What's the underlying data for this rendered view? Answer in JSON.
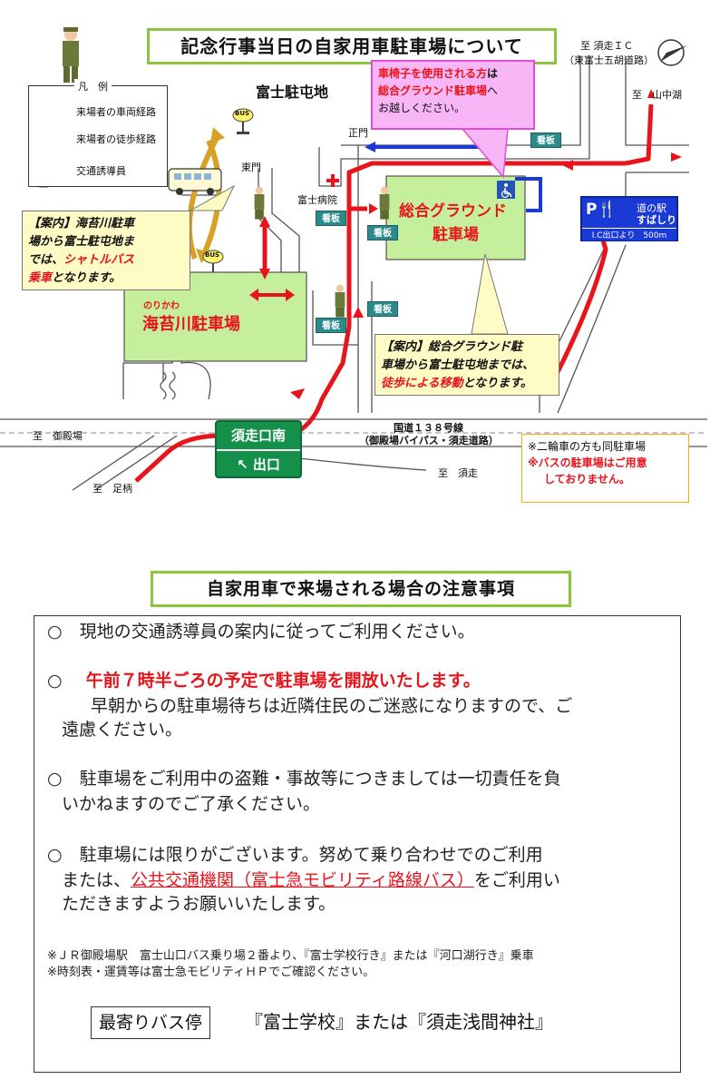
{
  "map_title": "記念行事当日の自家用車駐車場について",
  "legend": {
    "heading": "凡　例",
    "items": [
      {
        "label": "来場者の車両経路",
        "color": "#e8141c"
      },
      {
        "label": "来場者の徒歩経路",
        "color": "#1a3ad6"
      },
      {
        "label": "交通誘導員",
        "color": "#6b7a3a"
      }
    ]
  },
  "map_labels": {
    "camp": "富士駐屯地",
    "ic_line1": "至 須走ＩＣ",
    "ic_line2": "（東富士五胡道路）",
    "yamanakako": "至　山中湖",
    "main_gate": "正門",
    "east_gate": "東門",
    "hospital": "富士病院",
    "kanban": "看板",
    "bus_stop": "BUS",
    "norikawa_ruby": "のりかわ",
    "norikawa_lot": "海苔川駐車場",
    "sogo_lot_line1": "総合グラウンド",
    "sogo_lot_line2": "駐車場",
    "road_label_line1": "国道１３８号線",
    "road_label_line2": "（御殿場バイパス・須走道路）",
    "gotemba": "至　御殿場",
    "ashigara": "至　足柄",
    "subashiri": "至　須走",
    "exit_sign_top": "須走口南",
    "exit_sign_bottom": "↖ 出口",
    "michi_line1": "道の駅",
    "michi_line2": "すばしり",
    "michi_dist": "I.C出口より　500m"
  },
  "callouts": {
    "wheelchair_red": "車椅子を使用される方",
    "wheelchair_wa": "は",
    "wheelchair_line2a": "総合グラウンド駐車場",
    "wheelchair_line2b": "へ",
    "wheelchair_line3": "お越しください。",
    "norikawa_a": "【案内】海苔川駐車",
    "norikawa_b": "場から富士駐屯地ま",
    "norikawa_c": "では、",
    "norikawa_c_red": "シャトルバス",
    "norikawa_d_red": "乗車",
    "norikawa_d": "となります。",
    "sogo_a": "【案内】総合グラウンド駐",
    "sogo_b": "車場から富士駐屯地までは、",
    "sogo_c_red": "徒歩による移動",
    "sogo_c": "となります。",
    "moto_line1": "※二輪車の方も同駐車場",
    "moto_line2_red": "※バスの駐車場はご用意",
    "moto_line3_red": "しておりません。"
  },
  "notes_title": "自家用車で来場される場合の注意事項",
  "notes": {
    "n1": "○　現地の交通誘導員の案内に従ってご利用ください。",
    "n2_mark": "○",
    "n2_red": "午前７時半ごろの予定で駐車場を開放いたします。",
    "n2_b": "早朝からの駐車場待ちは近隣住民のご迷惑になりますので、ご",
    "n2_c": "遠慮ください。",
    "n3_a": "○　駐車場をご利用中の盗難・事故等につきましては一切責任を負",
    "n3_b": "いかねますのでご了承ください。",
    "n4_a": "○　駐車場には限りがございます。努めて乗り合わせでのご利用",
    "n4_b1": "または、",
    "n4_b_red": "公共交通機関（富士急モビリティ路線バス）",
    "n4_b2": "をご利用い",
    "n4_c": "ただきますようお願いいたします。",
    "foot1": "※ＪＲ御殿場駅　富士山口バス乗り場２番より、『富士学校行き』または『河口湖行き』乗車",
    "foot2": "※時刻表・運賃等は富士急モビリティＨＰでご確認ください。",
    "bus_stop_box": "最寄りバス停",
    "bus_stop_names": "『富士学校』または『須走浅間神社』"
  }
}
